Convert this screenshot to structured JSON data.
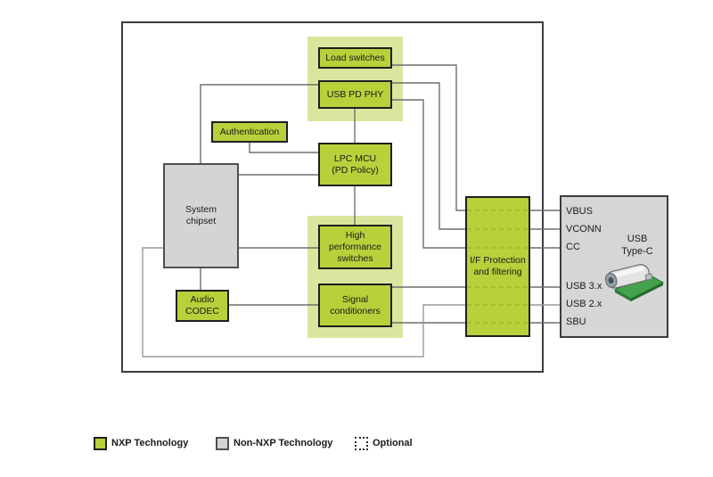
{
  "diagram": {
    "blocks": {
      "load_switches": {
        "label": "Load switches"
      },
      "usb_pd_phy": {
        "label": "USB PD PHY"
      },
      "authentication": {
        "label": "Authentication"
      },
      "lpc_mcu": {
        "label": "LPC MCU\n(PD Policy)"
      },
      "system_chipset": {
        "label": "System\nchipset"
      },
      "high_performance_switches": {
        "label": "High\nperformance\nswitches"
      },
      "signal_conditioners": {
        "label": "Signal\nconditioners"
      },
      "audio_codec": {
        "label": "Audio\nCODEC"
      },
      "if_protection": {
        "label": "I/F Protection\nand filtering"
      }
    },
    "usb_type_c": {
      "title": "USB\nType-C",
      "pins": [
        "VBUS",
        "VCONN",
        "CC",
        "USB 3.x",
        "USB 2.x",
        "SBU"
      ]
    }
  },
  "legend": {
    "items": [
      {
        "label": "NXP Technology",
        "swatch": "nxp-green"
      },
      {
        "label": "Non-NXP Technology",
        "swatch": "gray"
      },
      {
        "label": "Optional",
        "swatch": "dotted-outline"
      }
    ]
  },
  "colors": {
    "nxp_green": "#b8d03a",
    "nxp_green_light": "#d9e79e",
    "non_nxp_gray": "#d4d4d4",
    "border_dark": "#1f1f1f",
    "line_gray": "#6e6e6e",
    "dash_olive": "#97ad2b"
  }
}
